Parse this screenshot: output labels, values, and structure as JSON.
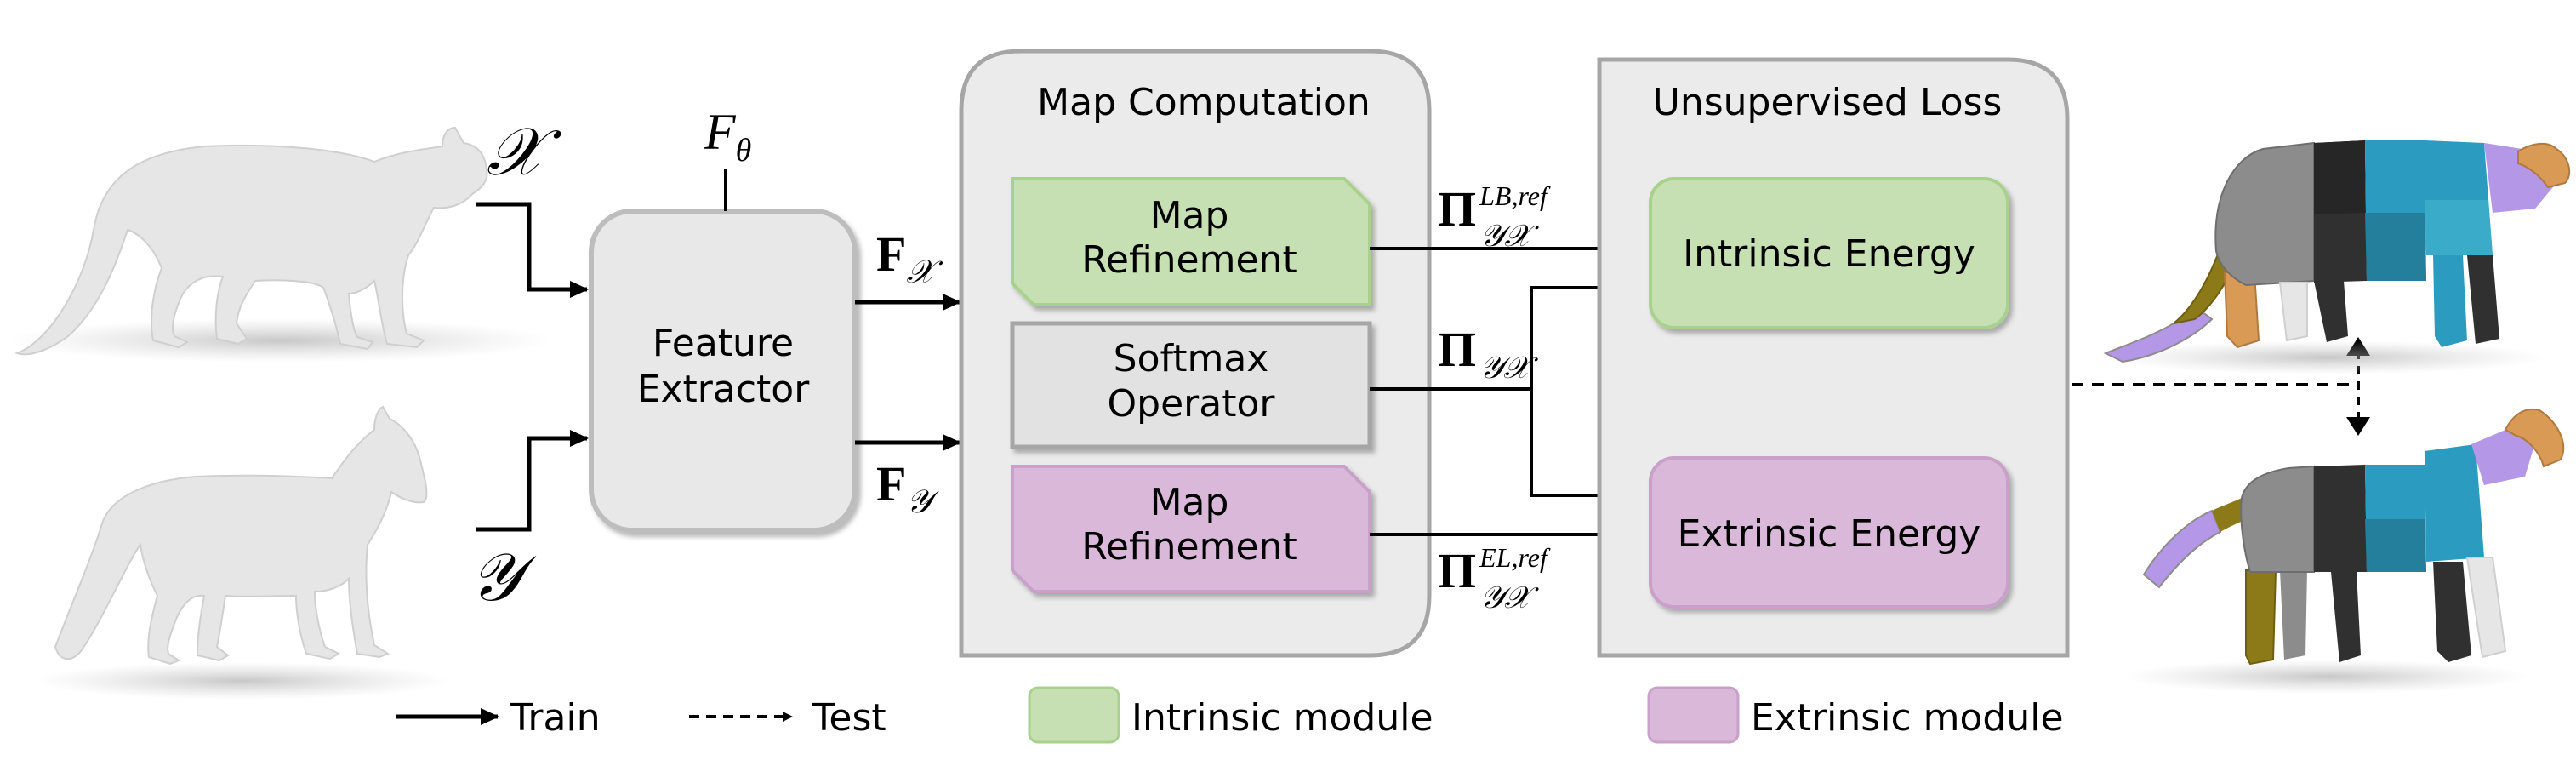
{
  "inputs": {
    "shape_x": "𝒳",
    "shape_y": "𝒴"
  },
  "feature_extractor": {
    "param_main": "F",
    "param_sub": "θ",
    "label_line1": "Feature",
    "label_line2": "Extractor",
    "out_x_main": "F",
    "out_x_sub": "𝒳",
    "out_y_main": "F",
    "out_y_sub": "𝒴"
  },
  "map_computation": {
    "title": "Map Computation",
    "top_block": {
      "line1": "Map",
      "line2": "Refinement"
    },
    "middle_block": {
      "line1": "Softmax",
      "line2": "Operator"
    },
    "bottom_block": {
      "line1": "Map",
      "line2": "Refinement"
    }
  },
  "maps": {
    "top": {
      "main": "Π",
      "sub": "𝒴𝒳",
      "sup": "LB,ref"
    },
    "middle": {
      "main": "Π",
      "sub": "𝒴𝒳"
    },
    "bottom": {
      "main": "Π",
      "sub": "𝒴𝒳",
      "sup": "EL,ref"
    }
  },
  "unsupervised_loss": {
    "title": "Unsupervised Loss",
    "intrinsic": "Intrinsic Energy",
    "extrinsic": "Extrinsic Energy"
  },
  "legend": {
    "train": "Train",
    "test": "Test",
    "intrinsic_module": "Intrinsic module",
    "extrinsic_module": "Extrinsic module"
  },
  "colors": {
    "intrinsic_fill": "#c6e0b4",
    "intrinsic_stroke": "#a9d18e",
    "extrinsic_fill": "#d9b8d9",
    "extrinsic_stroke": "#c9a0c9",
    "panel_fill": "#ebebeb",
    "panel_stroke": "#a6a6a6",
    "softmax_fill": "#e2e2e2",
    "extractor_fill": "#e8e8e8",
    "mesh_gray": "#e6e6e6",
    "seg_black": "#303030",
    "seg_blue": "#2b9bbf",
    "seg_purple": "#b497e6",
    "seg_orange": "#d99a55",
    "seg_olive": "#8c7a18",
    "seg_gray": "#8c8c8c"
  }
}
